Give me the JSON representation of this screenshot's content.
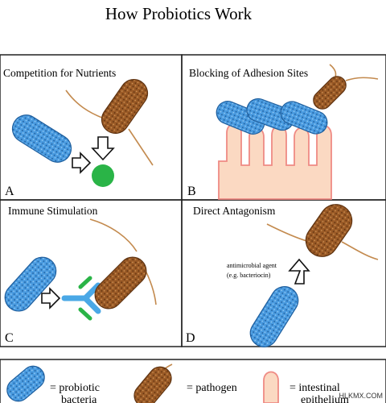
{
  "title": "How Probiotics Work",
  "panels": {
    "a": {
      "title": "Competition for Nutrients",
      "letter": "A"
    },
    "b": {
      "title": "Blocking of Adhesion Sites",
      "letter": "B"
    },
    "c": {
      "title": "Immune Stimulation",
      "letter": "C"
    },
    "d": {
      "title": "Direct Antagonism",
      "letter": "D",
      "annotation_line1": "antimicrobial agent",
      "annotation_line2": "(e.g. bacteriocin)"
    }
  },
  "legend": {
    "probiotic_line1": "= probiotic",
    "probiotic_line2": "bacteria",
    "pathogen": "= pathogen",
    "epithelium_line1": "= intestinal",
    "epithelium_line2": "epithelium"
  },
  "watermark": "HLKMX.COM",
  "colors": {
    "probiotic": "#4a9be0",
    "probiotic_dark": "#1f5f9e",
    "pathogen": "#9a5a26",
    "pathogen_dark": "#5e3210",
    "flagella": "#c38a4e",
    "nutrient": "#2ab447",
    "epithelium": "#fbd9c2",
    "epithelium_edge": "#ef8a84",
    "antibody_blue": "#4aa8e6",
    "antibody_green": "#2ab447"
  }
}
